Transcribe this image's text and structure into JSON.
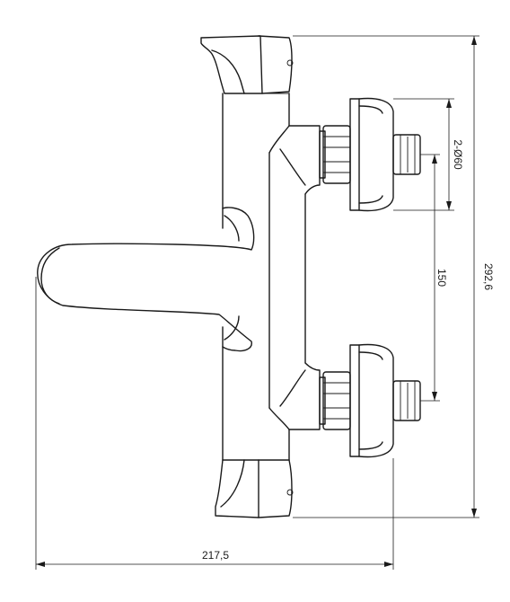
{
  "dimensions": {
    "total_height_label": "292,6",
    "spacing_label": "150",
    "diameter_label": "2-Ø60",
    "total_width_label": "217,5"
  }
}
